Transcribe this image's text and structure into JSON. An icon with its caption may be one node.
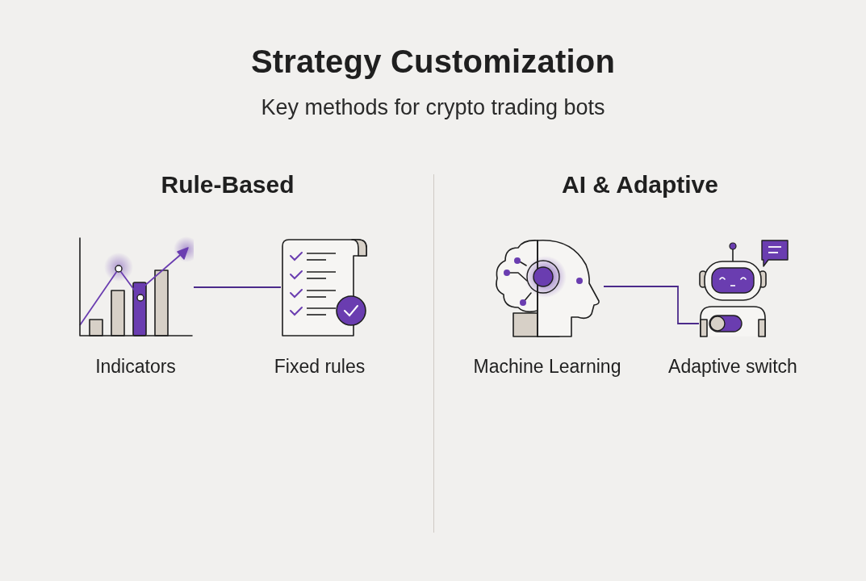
{
  "diagram": {
    "title": "Strategy Customization",
    "caption": "Key methods for crypto trading bots",
    "nodes": [
      {
        "text": [],
        "shape": "picture",
        "beside": [
          "Indicators"
        ]
      },
      {
        "text": [],
        "shape": "picture",
        "beside": [
          "Fixed rules"
        ]
      },
      {
        "text": [],
        "shape": "picture",
        "beside": [
          "Machine Learning"
        ]
      },
      {
        "text": [],
        "shape": "picture",
        "beside": [
          "Adaptive switch"
        ]
      }
    ],
    "edges": [
      {
        "from": 0,
        "to": 1,
        "arrow": "none"
      },
      {
        "from": 2,
        "to": 3,
        "arrow": "none"
      }
    ],
    "labels": [
      "Rule-Based",
      "AI & Adaptive"
    ]
  }
}
